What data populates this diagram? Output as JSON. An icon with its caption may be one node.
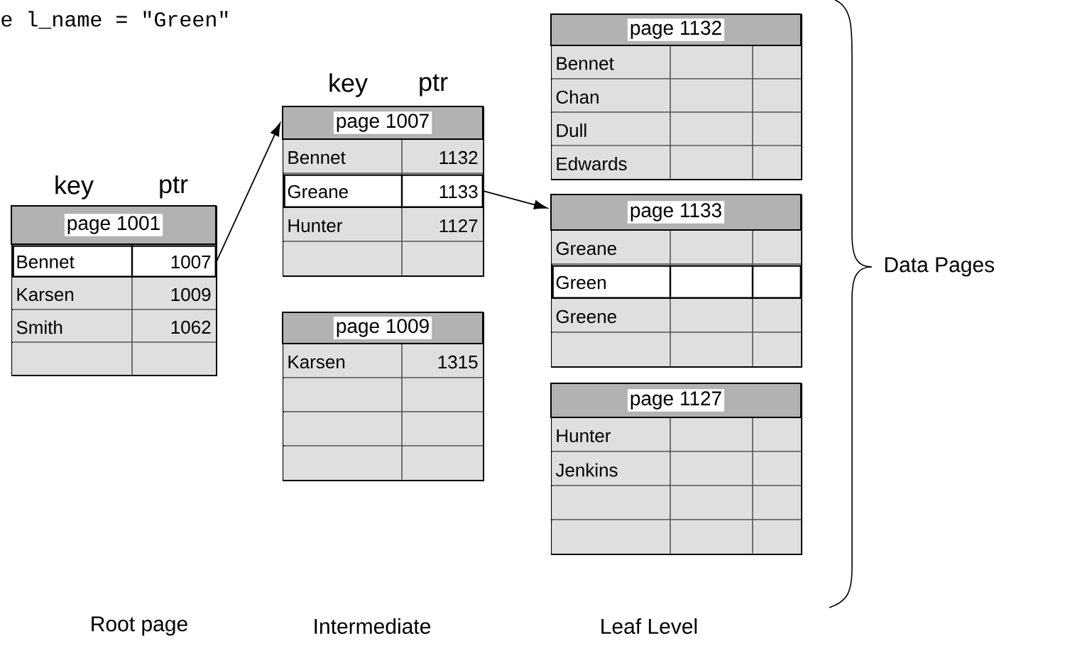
{
  "diagram": {
    "nodes": [
      {
        "text": [
          "page 1001"
        ]
      },
      {
        "text": [
          "Bennet",
          "1007"
        ],
        "in": 0
      },
      {
        "text": [
          "Karsen",
          "1009"
        ],
        "in": 0
      },
      {
        "text": [
          "Smith",
          "1062"
        ],
        "in": 0
      },
      {
        "text": [],
        "shape": "box",
        "in": 0
      },
      {
        "text": [
          "page 1007"
        ]
      },
      {
        "text": [
          "Bennet",
          "1132"
        ],
        "in": 5
      },
      {
        "text": [
          "Greane",
          "1133"
        ],
        "in": 5
      },
      {
        "text": [
          "Hunter",
          "1127"
        ],
        "in": 5
      },
      {
        "text": [],
        "shape": "box",
        "in": 5
      },
      {
        "text": [
          "page 1009"
        ]
      },
      {
        "text": [
          "Karsen",
          "1315"
        ],
        "in": 10
      },
      {
        "text": [],
        "shape": "box",
        "in": 10
      },
      {
        "text": [],
        "shape": "box",
        "in": 10
      },
      {
        "text": [],
        "shape": "box",
        "in": 10
      },
      {
        "text": [
          "page 1132"
        ]
      },
      {
        "text": [
          "Bennet"
        ],
        "in": 15
      },
      {
        "text": [
          "Chan"
        ],
        "in": 15
      },
      {
        "text": [
          "Dull"
        ],
        "in": 15
      },
      {
        "text": [
          "Edwards"
        ],
        "in": 15
      },
      {
        "text": [
          "page 1133"
        ]
      },
      {
        "text": [
          "Greane"
        ],
        "in": 20
      },
      {
        "text": [
          "Green"
        ],
        "in": 20
      },
      {
        "text": [
          "Greene"
        ],
        "in": 20
      },
      {
        "text": [],
        "shape": "box",
        "in": 20
      },
      {
        "text": [
          "page 1127"
        ]
      },
      {
        "text": [
          "Hunter"
        ],
        "in": 25
      },
      {
        "text": [
          "Jenkins"
        ],
        "in": 25
      },
      {
        "text": [],
        "shape": "box",
        "in": 25
      },
      {
        "text": [],
        "shape": "box",
        "in": 25
      }
    ],
    "edges": [
      {
        "from": 1,
        "to": 5,
        "arrow": "to"
      },
      {
        "from": 7,
        "to": 20,
        "arrow": "to"
      }
    ],
    "labels": [
      "e l_name = \"Green\"",
      "key",
      "ptr",
      "key",
      "ptr",
      "Data Pages",
      "Root page",
      "Intermediate",
      "Leaf Level"
    ]
  }
}
